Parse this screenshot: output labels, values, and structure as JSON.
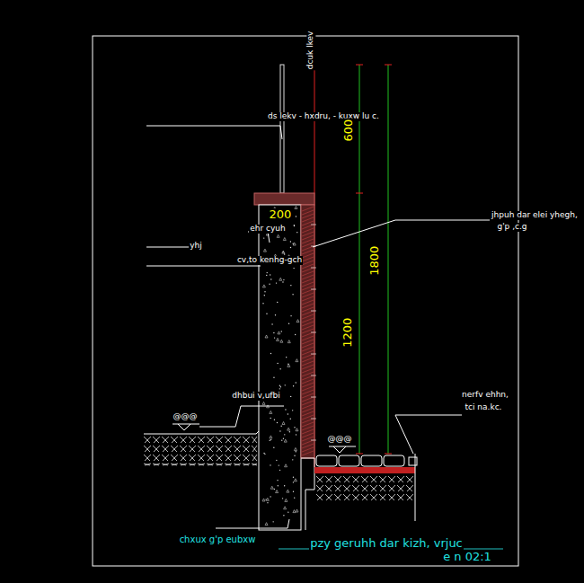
{
  "diagram": {
    "caption": "pzy geruhh dar kizh, vrjuc",
    "labels": [
      "dcuk lkev",
      "ds lekv - hxdru, - kuxw lu c.",
      "600",
      "200",
      "jhpuh dar elei yhegh,",
      "g'p ,c.g",
      "ehr cyuh",
      "yhj",
      "cv,to kenhg-gch",
      "1800",
      "1200",
      "dhbui v,ufbi",
      "@@@",
      "@@@",
      "nerfv ehhn,",
      "tci na.kc.",
      "chxux g'p eubxw",
      "e n 02:1"
    ]
  }
}
